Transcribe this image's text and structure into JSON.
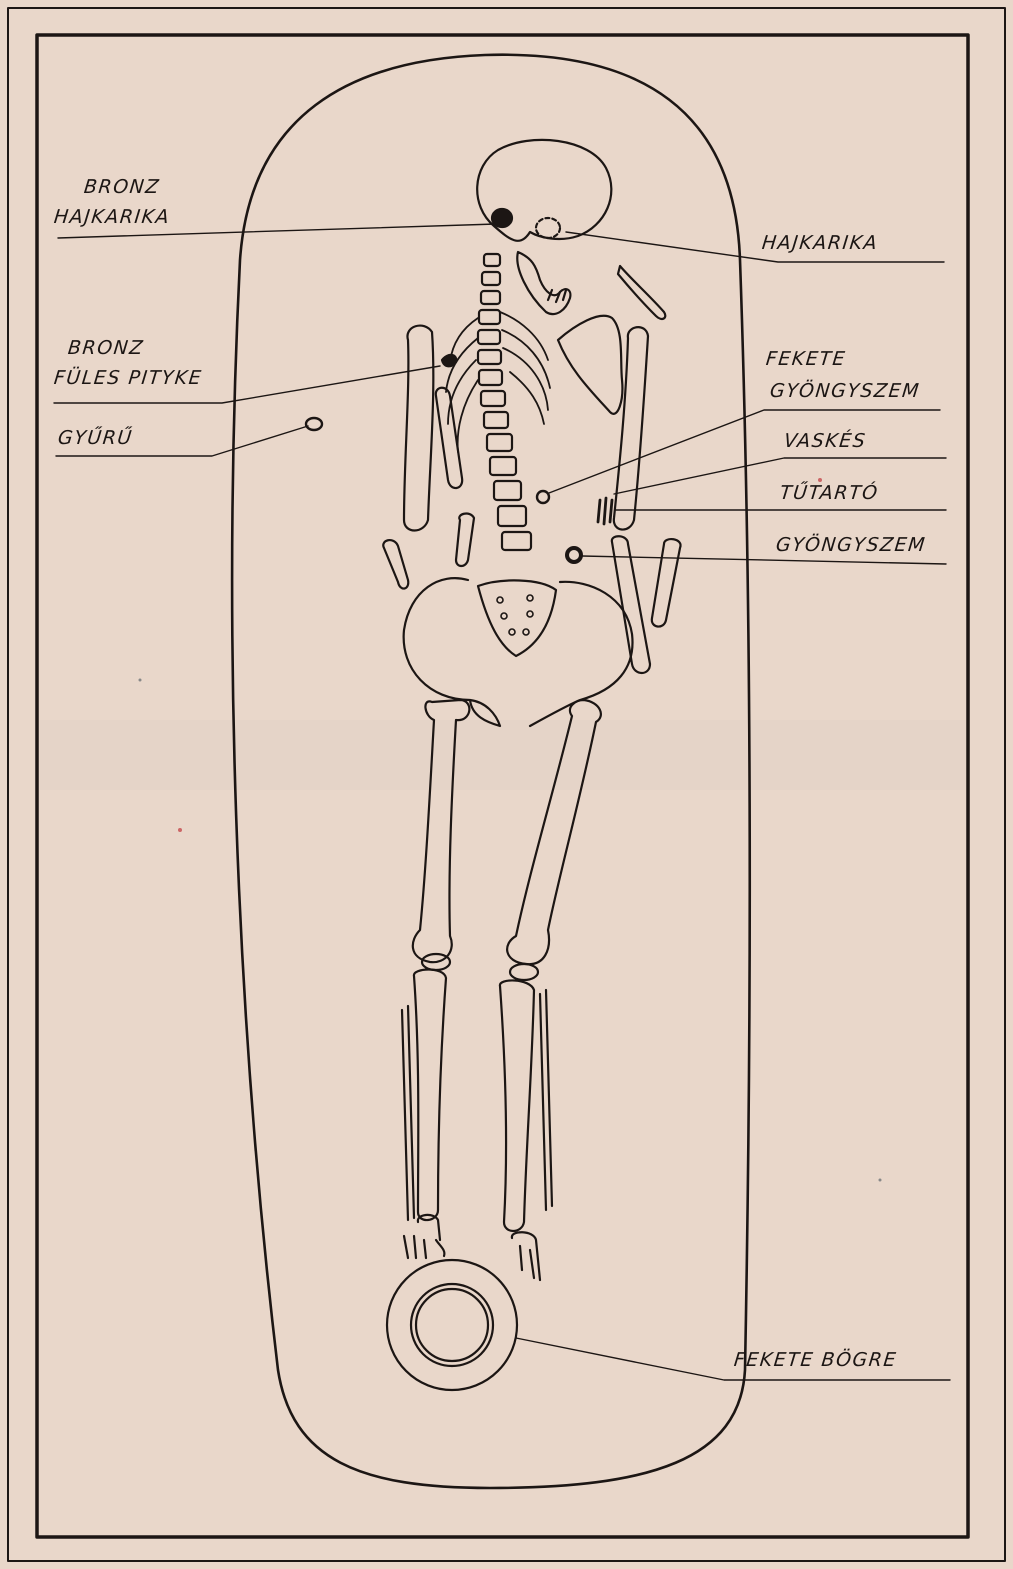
{
  "colors": {
    "paper": "#ead9cc",
    "ink": "#1c1614"
  },
  "labels": {
    "bronz_hajkarika_line1": "BRONZ",
    "bronz_hajkarika_line2": "HAJKARIKA",
    "hajkarika": "HAJKARIKA",
    "bronz_fules_pityke_line1": "BRONZ",
    "bronz_fules_pityke_line2": "FÜLES PITYKE",
    "gyuru": "GYŰRŰ",
    "fekete_gyongyszem_line1": "FEKETE",
    "fekete_gyongyszem_line2": "GYÖNGYSZEM",
    "vaskes": "VASKÉS",
    "tutarto": "TŰTARTÓ",
    "gyongyszem": "GYÖNGYSZEM",
    "fekete_bogre": "FEKETE BÖGRE"
  }
}
